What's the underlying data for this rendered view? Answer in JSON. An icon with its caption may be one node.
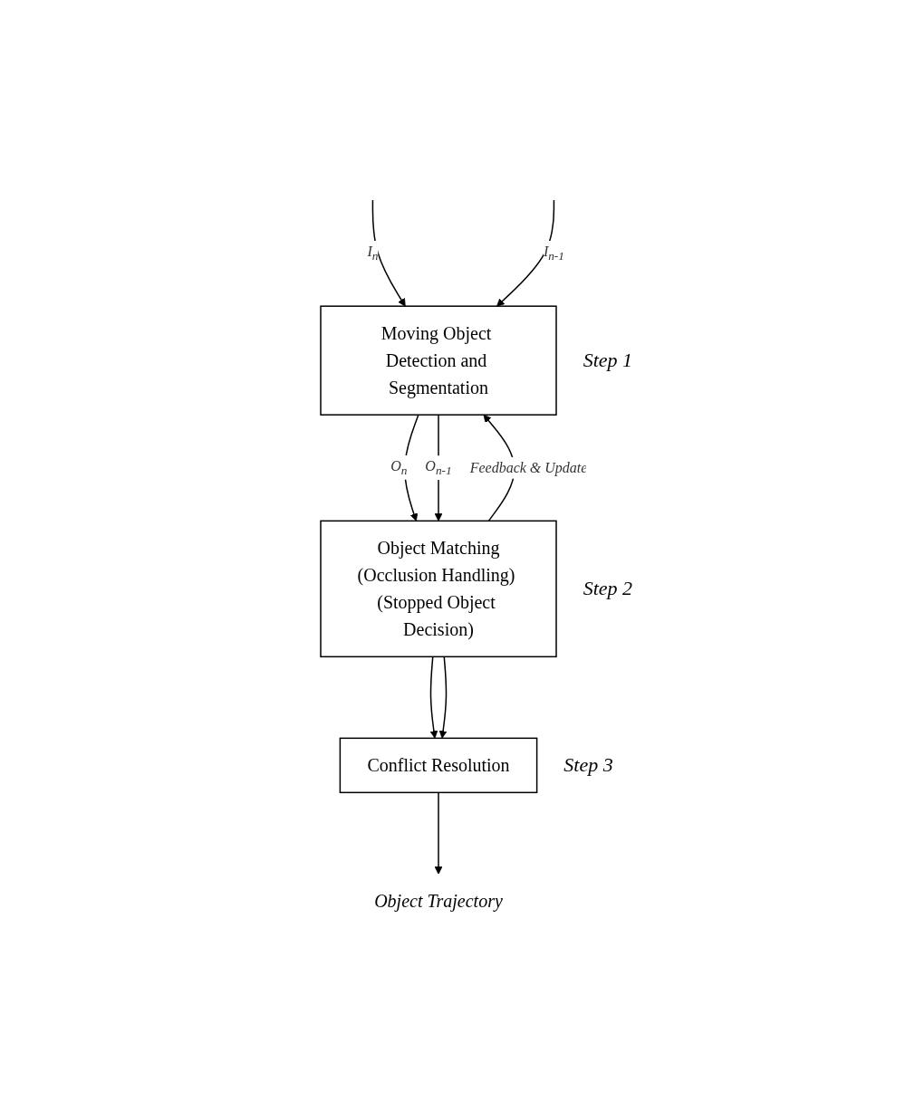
{
  "diagram": {
    "nodes": [
      {
        "text": [
          "Moving Object Detection and Segmentation"
        ],
        "beside": [
          "Step 1"
        ]
      },
      {
        "text": [
          "Object Matching",
          "(Occlusion Handling) (Stopped Object Decision)"
        ],
        "beside": [
          "Step 2"
        ]
      },
      {
        "text": [
          "Conflict Resolution"
        ],
        "beside": [
          "Step 3"
        ]
      },
      {
        "text": [
          "Object Trajectory"
        ]
      }
    ],
    "edges": [
      {
        "from": null,
        "to": 0,
        "arrow": "to",
        "label": "I$_{n}$"
      },
      {
        "from": null,
        "to": 0,
        "arrow": "to",
        "label": "I$_{n-1}$"
      },
      {
        "from": 0,
        "to": 1,
        "arrow": "to",
        "label": "O$_{n}$"
      },
      {
        "from": 0,
        "to": 1,
        "arrow": "to",
        "label": "O$_{n-1}$"
      },
      {
        "from": 1,
        "to": 0,
        "arrow": "to",
        "label": "Feedback & Update"
      },
      {
        "from": 1,
        "to": 2,
        "arrow": "to"
      },
      {
        "from": 1,
        "to": 2,
        "arrow": "to"
      },
      {
        "from": 2,
        "to": 3,
        "arrow": "to"
      }
    ]
  }
}
